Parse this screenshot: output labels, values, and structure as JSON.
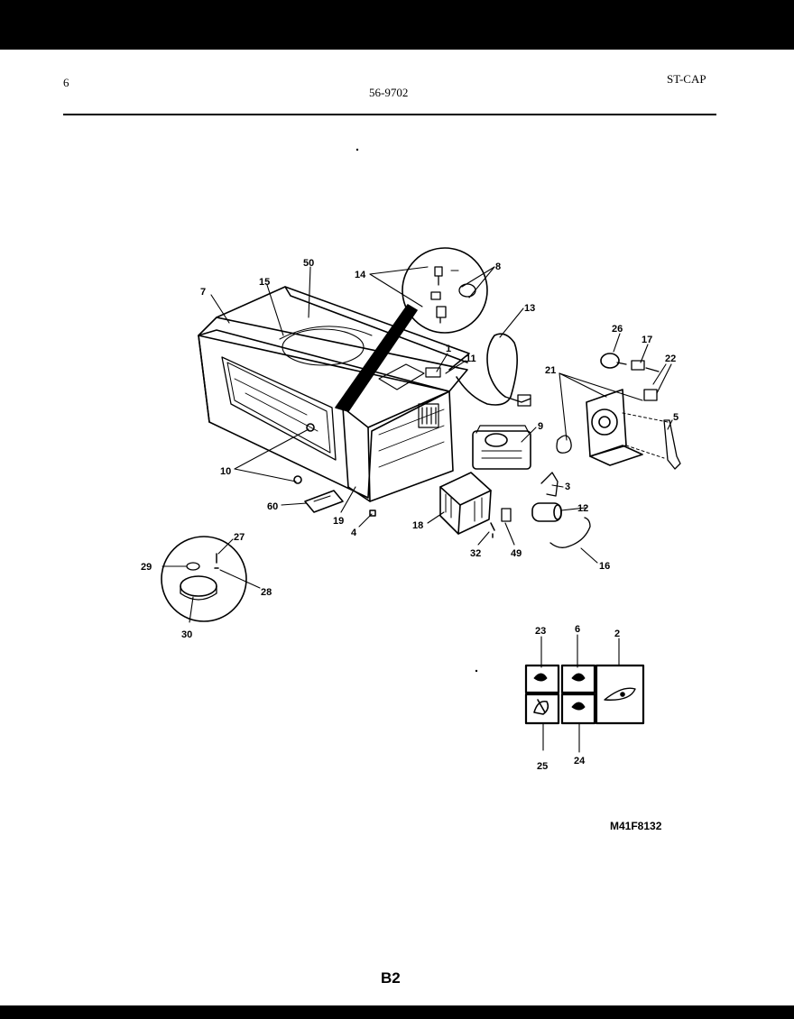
{
  "header": {
    "page_number": "6",
    "model": "56-9702",
    "code": "ST-CAP"
  },
  "footer": {
    "diagram_id": "M41F8132",
    "page_label": "B2"
  },
  "callouts": [
    {
      "id": "c7",
      "text": "7"
    },
    {
      "id": "c15",
      "text": "15"
    },
    {
      "id": "c50",
      "text": "50"
    },
    {
      "id": "c14",
      "text": "14"
    },
    {
      "id": "c8",
      "text": "8"
    },
    {
      "id": "c13",
      "text": "13"
    },
    {
      "id": "c1",
      "text": "1"
    },
    {
      "id": "c11",
      "text": "11"
    },
    {
      "id": "c26",
      "text": "26"
    },
    {
      "id": "c17",
      "text": "17"
    },
    {
      "id": "c22",
      "text": "22"
    },
    {
      "id": "c21",
      "text": "21"
    },
    {
      "id": "c5",
      "text": "5"
    },
    {
      "id": "c9",
      "text": "9"
    },
    {
      "id": "c10",
      "text": "10"
    },
    {
      "id": "c3",
      "text": "3"
    },
    {
      "id": "c12",
      "text": "12"
    },
    {
      "id": "c60",
      "text": "60"
    },
    {
      "id": "c19",
      "text": "19"
    },
    {
      "id": "c4",
      "text": "4"
    },
    {
      "id": "c18",
      "text": "18"
    },
    {
      "id": "c32",
      "text": "32"
    },
    {
      "id": "c49",
      "text": "49"
    },
    {
      "id": "c16",
      "text": "16"
    },
    {
      "id": "c27",
      "text": "27"
    },
    {
      "id": "c29",
      "text": "29"
    },
    {
      "id": "c28",
      "text": "28"
    },
    {
      "id": "c30",
      "text": "30"
    },
    {
      "id": "c23",
      "text": "23"
    },
    {
      "id": "c6",
      "text": "6"
    },
    {
      "id": "c2",
      "text": "2"
    },
    {
      "id": "c25",
      "text": "25"
    },
    {
      "id": "c24",
      "text": "24"
    }
  ]
}
